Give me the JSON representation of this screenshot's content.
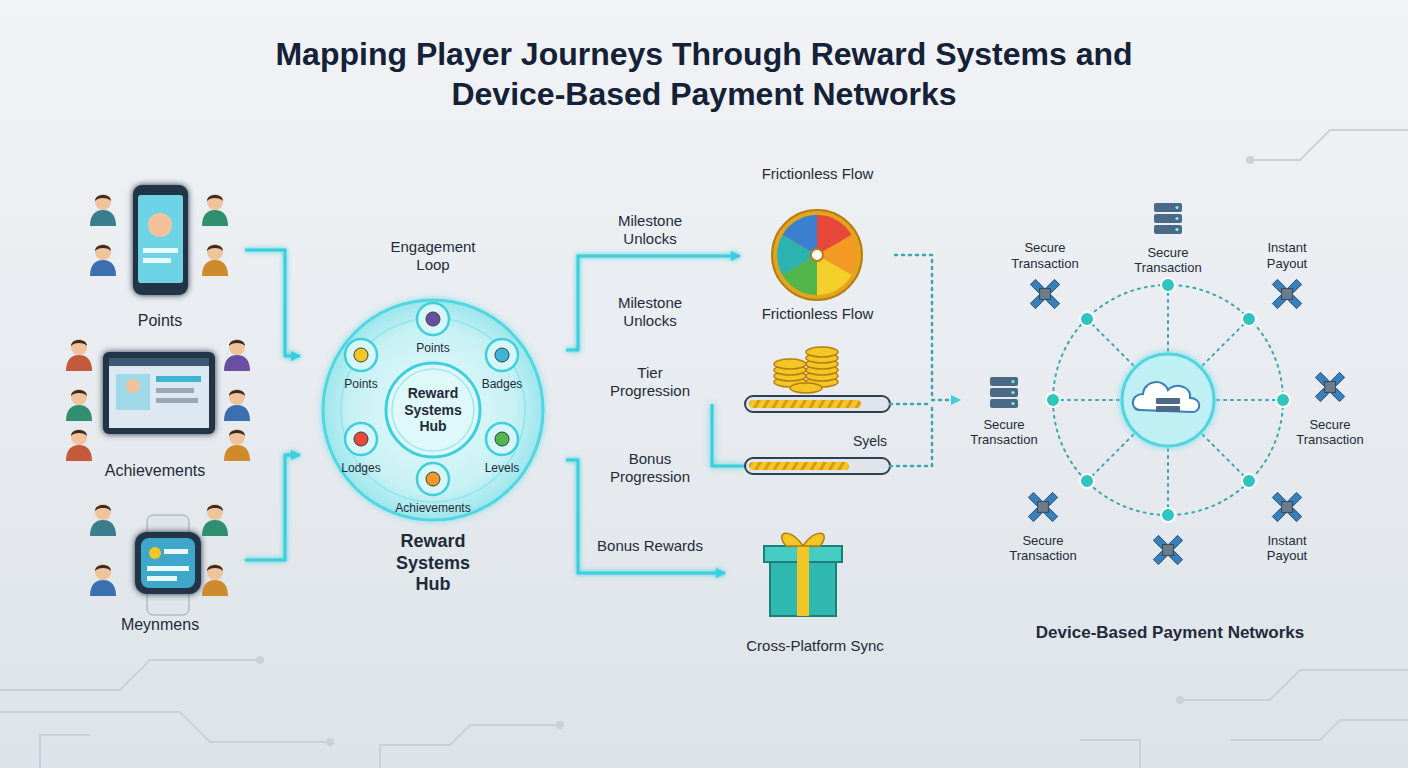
{
  "diagram": {
    "title": "Mapping Player Journeys Through Reward Systems and Device-Based Payment Networks",
    "nodes": [
      {
        "text": [
          "Points"
        ]
      },
      {
        "text": [
          "Achievements"
        ]
      },
      {
        "text": [
          "Meynmens"
        ]
      },
      {
        "text": [
          "Engagement Loop",
          "Reward Systems Hub"
        ]
      },
      {
        "text": [
          "Reward Systems Hub"
        ],
        "in": 3
      },
      {
        "text": [
          "Points"
        ],
        "in": 3
      },
      {
        "text": [
          "Points"
        ],
        "in": 3
      },
      {
        "text": [
          "Badges"
        ],
        "in": 3
      },
      {
        "text": [
          "Lodges"
        ],
        "in": 3
      },
      {
        "text": [
          "Levels"
        ],
        "in": 3
      },
      {
        "text": [
          "Achievements"
        ],
        "in": 3
      },
      {
        "text": [
          "Frictionless Flow",
          "Frictionless Flow"
        ]
      },
      {
        "text": [
          "Cross-Platform Sync"
        ]
      },
      {
        "text": [
          "Device-Based Payment Networks"
        ]
      },
      {
        "text": [
          "Secure Transaction"
        ],
        "in": 13
      },
      {
        "text": [
          "Secure Transaction"
        ],
        "in": 13
      },
      {
        "text": [
          "Instant Payout"
        ],
        "in": 13
      },
      {
        "text": [
          "Secure Transaction"
        ],
        "in": 13
      },
      {
        "text": [
          "Secure Transaction"
        ],
        "in": 13
      },
      {
        "text": [
          "Secure Transaction"
        ],
        "in": 13
      },
      {
        "text": [
          "Instant Payout"
        ],
        "in": 13
      }
    ],
    "edges": [
      {
        "from": 0,
        "to": 3,
        "arrow": "to"
      },
      {
        "from": 1,
        "to": 3,
        "arrow": "to"
      },
      {
        "from": 2,
        "to": 3,
        "arrow": "to"
      },
      {
        "from": 3,
        "to": 11,
        "label": "Milestone Unlocks",
        "arrow": "to"
      },
      {
        "from": 3,
        "to": 12,
        "label": "Bonus Rewards",
        "arrow": "to"
      },
      {
        "from": 11,
        "to": 13,
        "arrow": "to"
      }
    ],
    "labels": [
      "Milestone Unlocks",
      "Tier Progression",
      "Bonus Progression",
      "Syels"
    ]
  }
}
